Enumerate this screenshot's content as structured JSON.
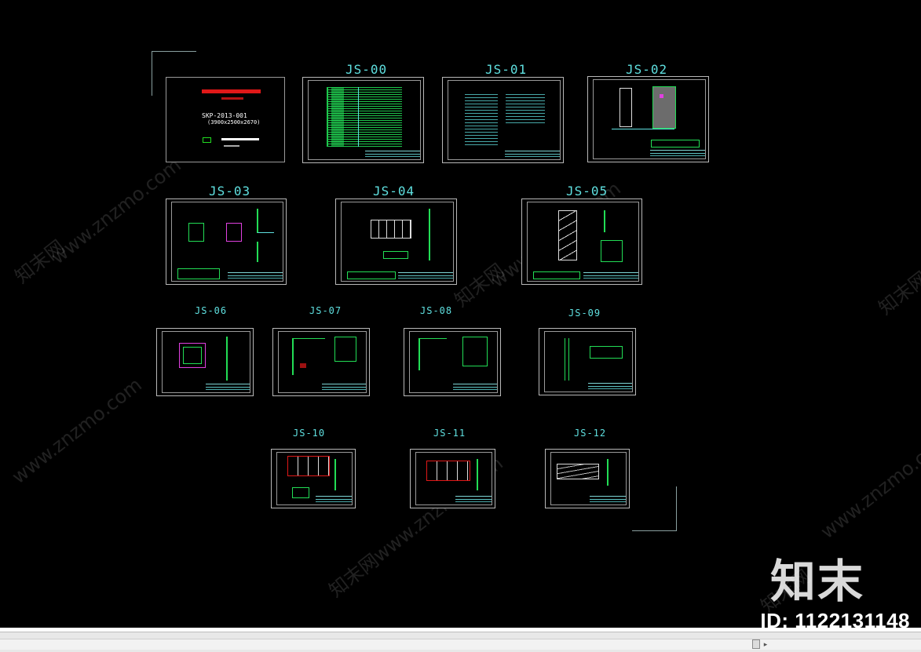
{
  "sheets": [
    {
      "id": "cover",
      "label": ""
    },
    {
      "id": "js00",
      "label": "JS-00"
    },
    {
      "id": "js01",
      "label": "JS-01"
    },
    {
      "id": "js02",
      "label": "JS-02"
    },
    {
      "id": "js03",
      "label": "JS-03"
    },
    {
      "id": "js04",
      "label": "JS-04"
    },
    {
      "id": "js05",
      "label": "JS-05"
    },
    {
      "id": "js06",
      "label": "JS-06"
    },
    {
      "id": "js07",
      "label": "JS-07"
    },
    {
      "id": "js08",
      "label": "JS-08"
    },
    {
      "id": "js09",
      "label": "JS-09"
    },
    {
      "id": "js10",
      "label": "JS-10"
    },
    {
      "id": "js11",
      "label": "JS-11"
    },
    {
      "id": "js12",
      "label": "JS-12"
    }
  ],
  "cover": {
    "code": "SKP-2013-001",
    "size": "(3900x2500x2670)"
  },
  "watermark": {
    "text_cn": "知末网",
    "text_url": "www.znzmo.com"
  },
  "brand": {
    "logo": "知末",
    "id_text": "ID: 1122131148"
  },
  "icons": {
    "scroll_arrow": "scroll-right-icon"
  },
  "colors": {
    "background": "#000000",
    "label": "#5fe0e0",
    "frame": "#b8b8b8",
    "drawing_green": "#22dd55",
    "drawing_cyan": "#5fe0e0",
    "accent_red": "#e01818"
  }
}
